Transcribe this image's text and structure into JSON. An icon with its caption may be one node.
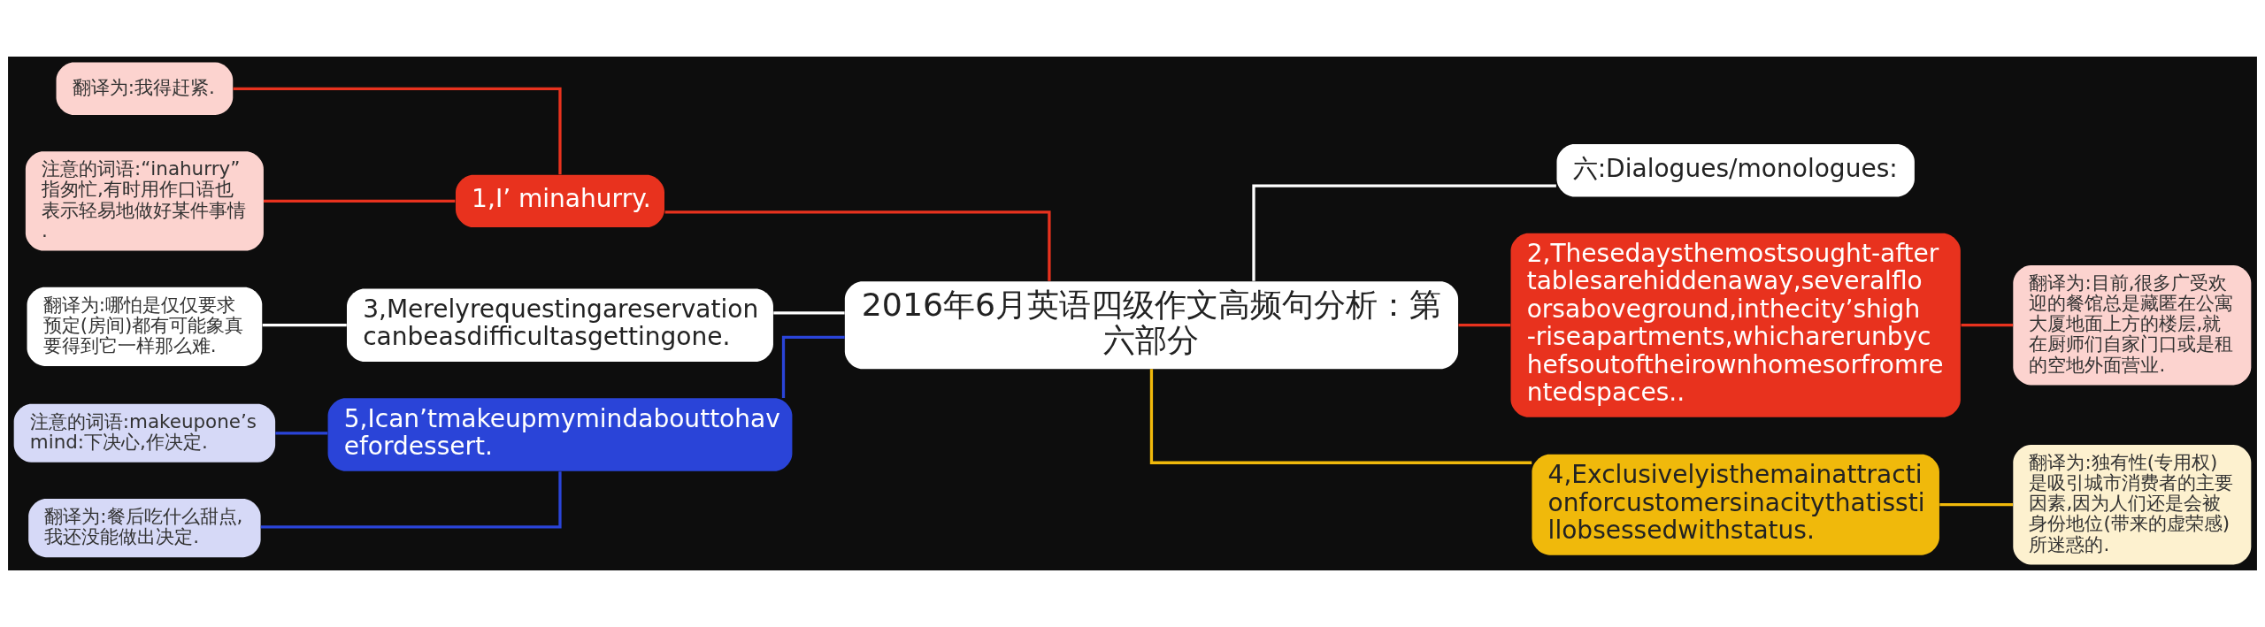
{
  "diagram": {
    "nodes": [
      {
        "text": [
          "2016年6月英语四级作文高频句分析：第六部分"
        ]
      },
      {
        "text": [
          "1,I’ minahurry."
        ]
      },
      {
        "text": [
          "翻译为:我得赶紧."
        ]
      },
      {
        "text": [
          "注意的词语:“inahurry”指匆忙,有时用作口语也表示轻易地做好某件事情."
        ]
      },
      {
        "text": [
          "3,Merelyrequestingareservationcanbeasdifficultasgettingone."
        ]
      },
      {
        "text": [
          "翻译为:哪怕是仅仅要求预定(房间)都有可能象真要得到它一样那么难."
        ]
      },
      {
        "text": [
          "5,Ican’tmakeupmymindabouttohavefordessert."
        ]
      },
      {
        "text": [
          "注意的词语:makeupone’smind:下决心,作决定."
        ]
      },
      {
        "text": [
          "翻译为:餐后吃什么甜点,我还没能做出决定."
        ]
      },
      {
        "text": [
          "六:Dialogues/monologues:"
        ]
      },
      {
        "text": [
          "2,Thesedaysthemostsought-aftertablesarehiddenaway,severalfloorsaboveground,inthecity’shigh-riseapartments,whicharerunbychefsoutoftheirownhomesorfromrentedspaces.."
        ]
      },
      {
        "text": [
          "翻译为:目前,很多广受欢迎的餐馆总是藏匿在公寓大厦地面上方的楼层,就在厨师们自家门口或是租的空地外面营业."
        ]
      },
      {
        "text": [
          "4,Exclusivelyisthemainattractionforcustomersinacitythatisstillobsessedwithstatus."
        ]
      },
      {
        "text": [
          "翻译为:独有性(专用权)是吸引城市消费者的主要因素,因为人们还是会被身份地位(带来的虚荣感)所迷惑的."
        ]
      }
    ],
    "edges": [
      {
        "from": 0,
        "to": 1,
        "arrow": "none",
        "color": "#e8321e"
      },
      {
        "from": 1,
        "to": 2,
        "arrow": "none",
        "color": "#e8321e"
      },
      {
        "from": 1,
        "to": 3,
        "arrow": "none",
        "color": "#e8321e"
      },
      {
        "from": 0,
        "to": 4,
        "arrow": "none",
        "color": "#ffffff"
      },
      {
        "from": 4,
        "to": 5,
        "arrow": "none",
        "color": "#ffffff"
      },
      {
        "from": 0,
        "to": 6,
        "arrow": "none",
        "color": "#2a44d8"
      },
      {
        "from": 6,
        "to": 7,
        "arrow": "none",
        "color": "#2a44d8"
      },
      {
        "from": 6,
        "to": 8,
        "arrow": "none",
        "color": "#2a44d8"
      },
      {
        "from": 0,
        "to": 9,
        "arrow": "none",
        "color": "#ffffff"
      },
      {
        "from": 0,
        "to": 10,
        "arrow": "none",
        "color": "#e8321e"
      },
      {
        "from": 10,
        "to": 11,
        "arrow": "none",
        "color": "#e8321e"
      },
      {
        "from": 0,
        "to": 12,
        "arrow": "none",
        "color": "#f0b90b"
      },
      {
        "from": 12,
        "to": 13,
        "arrow": "none",
        "color": "#f0b90b"
      }
    ]
  }
}
